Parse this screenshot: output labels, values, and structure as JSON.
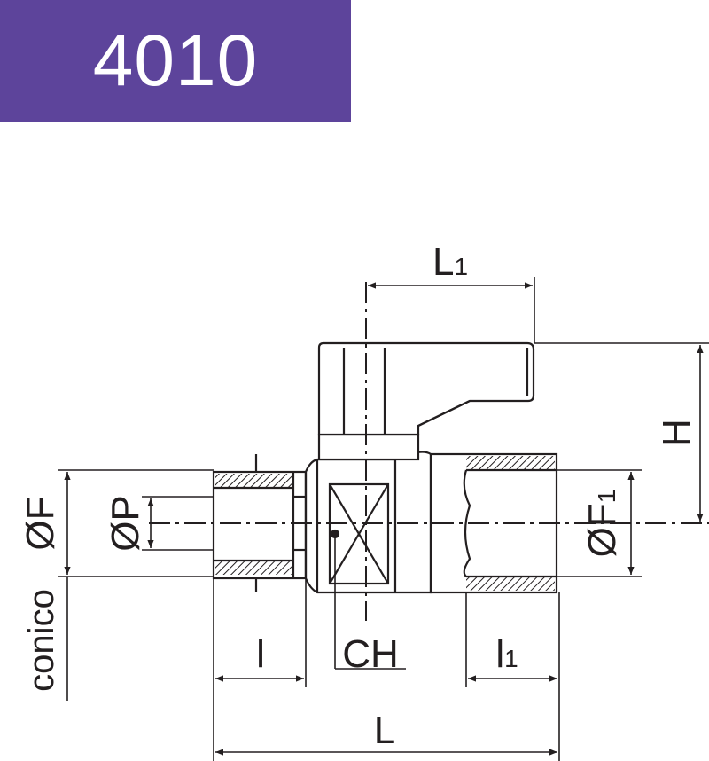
{
  "banner": {
    "title": "4010",
    "color": "#5d449b"
  },
  "labels": {
    "L1_main": "L",
    "L1_sub": "1",
    "H": "H",
    "F": "ØF",
    "P": "ØP",
    "F1_main": "ØF",
    "F1_sub": "1",
    "conico": "conico",
    "l": "l",
    "CH": "CH",
    "l1_main": "l",
    "l1_sub": "1",
    "L": "L"
  },
  "colors": {
    "line": "#231f20",
    "hatch": "#231f20"
  }
}
